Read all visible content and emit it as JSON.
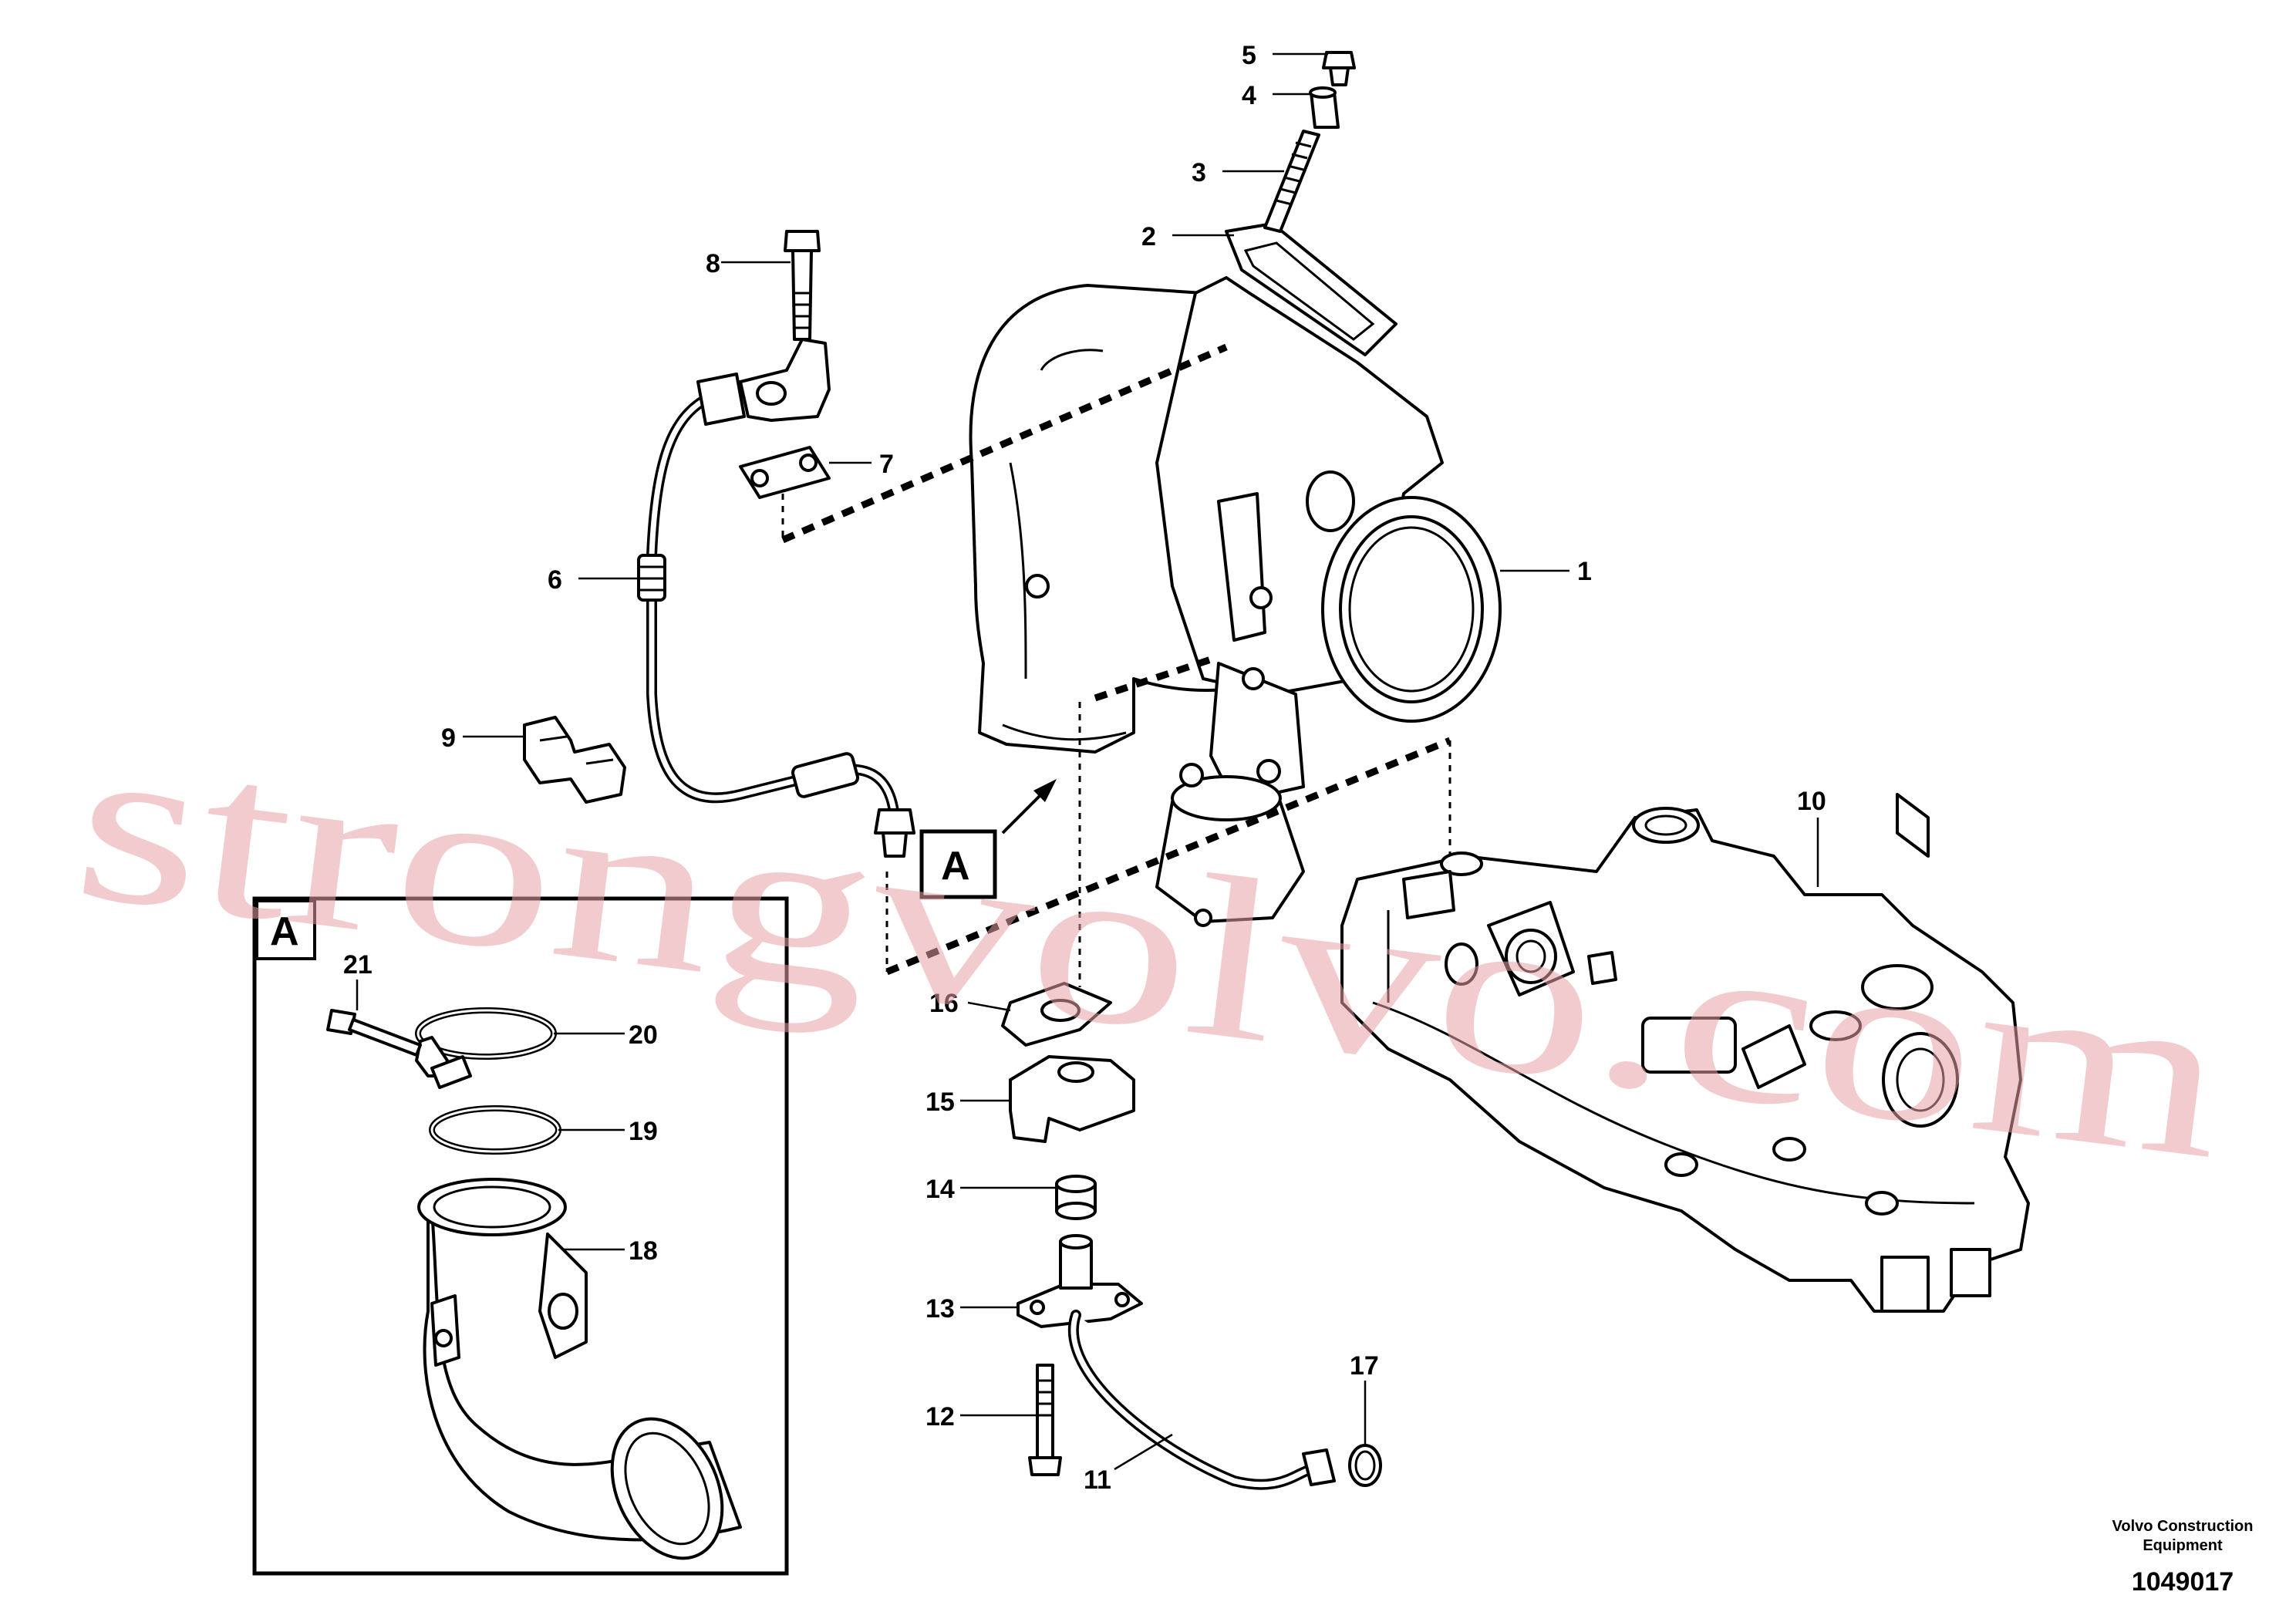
{
  "callouts": [
    {
      "id": "c1",
      "text": "1"
    },
    {
      "id": "c2",
      "text": "2"
    },
    {
      "id": "c3",
      "text": "3"
    },
    {
      "id": "c4",
      "text": "4"
    },
    {
      "id": "c5",
      "text": "5"
    },
    {
      "id": "c6",
      "text": "6"
    },
    {
      "id": "c7",
      "text": "7"
    },
    {
      "id": "c8",
      "text": "8"
    },
    {
      "id": "c9",
      "text": "9"
    },
    {
      "id": "c10",
      "text": "10"
    },
    {
      "id": "c11",
      "text": "11"
    },
    {
      "id": "c12",
      "text": "12"
    },
    {
      "id": "c13",
      "text": "13"
    },
    {
      "id": "c14",
      "text": "14"
    },
    {
      "id": "c15",
      "text": "15"
    },
    {
      "id": "c16",
      "text": "16"
    },
    {
      "id": "c17",
      "text": "17"
    },
    {
      "id": "c18",
      "text": "18"
    },
    {
      "id": "c19",
      "text": "19"
    },
    {
      "id": "c20",
      "text": "20"
    },
    {
      "id": "c21",
      "text": "21"
    }
  ],
  "detail_ref": "A",
  "detail_box_label": "A",
  "watermark": "strongvolvo.com",
  "brand_line1": "Volvo Construction",
  "brand_line2": "Equipment",
  "drawing_number": "1049017"
}
